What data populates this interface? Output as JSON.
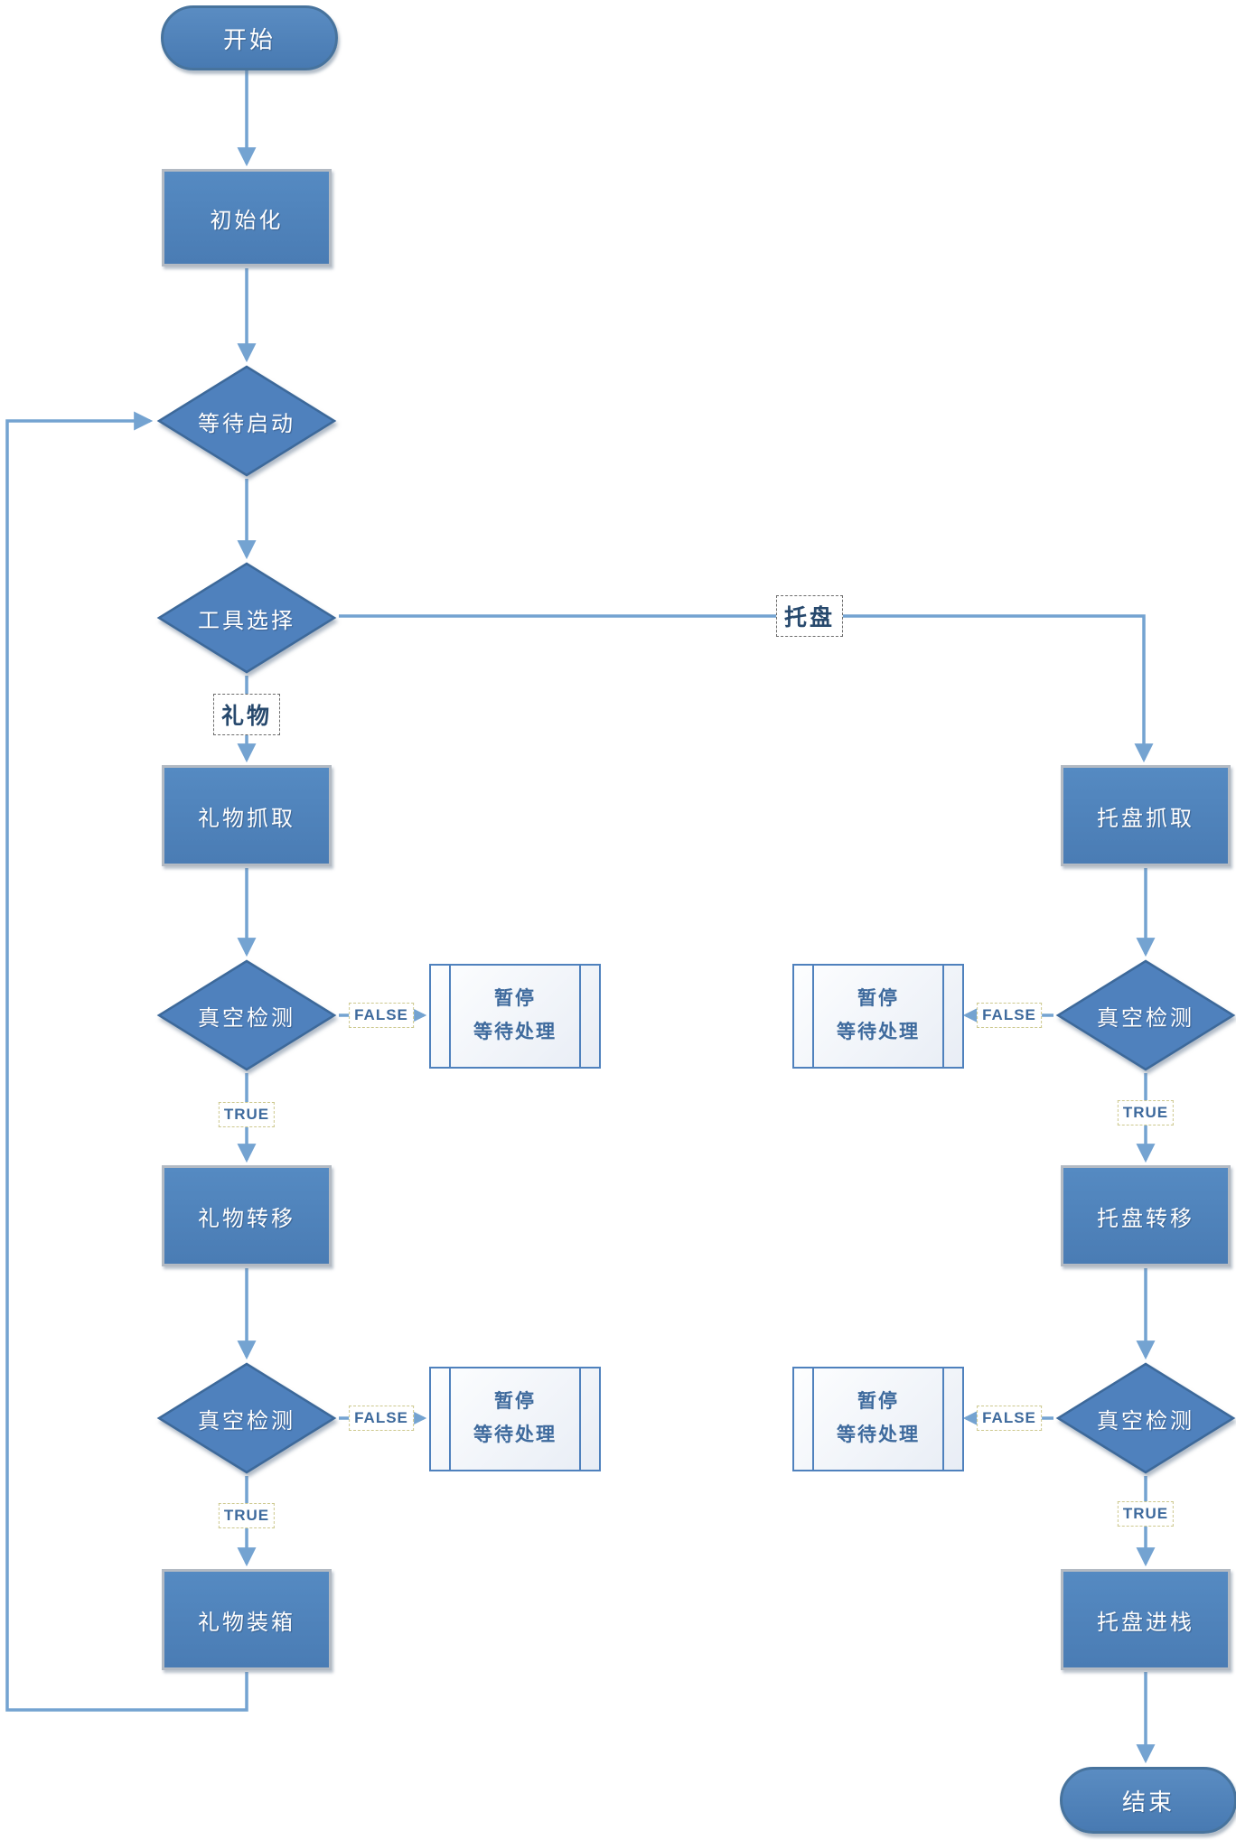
{
  "diagram": {
    "nodes": {
      "start": "开始",
      "init": "初始化",
      "wait_start": "等待启动",
      "tool_select": "工具选择",
      "gift_grab": "礼物抓取",
      "gift_transfer": "礼物转移",
      "gift_boxing": "礼物装箱",
      "tray_grab": "托盘抓取",
      "tray_transfer": "托盘转移",
      "tray_push": "托盘进栈",
      "vacuum_check": "真空检测",
      "end": "结束"
    },
    "pause_box": {
      "line1": "暂停",
      "line2": "等待处理"
    },
    "edge_labels": {
      "gift": "礼物",
      "tray": "托盘",
      "true": "TRUE",
      "false": "FALSE"
    },
    "colors": {
      "node_fill": "#4f81bd",
      "diamond_border": "#3d699a",
      "rect_border": "#b3bac3",
      "pill_border": "#47739d",
      "connector": "#74a3d1",
      "pause_border": "#4f81bd",
      "pause_text": "#3e6a9d",
      "edge_label_en": "#3e6a9d",
      "edge_label_cn": "#27496d"
    }
  }
}
